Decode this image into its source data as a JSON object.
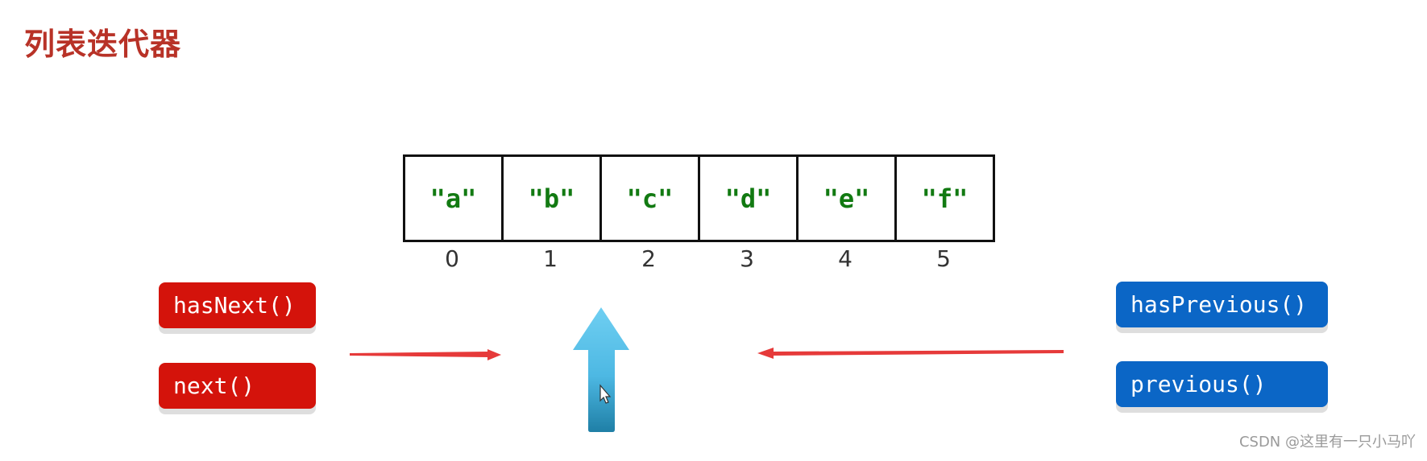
{
  "title": "列表迭代器",
  "array": {
    "cells": [
      "\"a\"",
      "\"b\"",
      "\"c\"",
      "\"d\"",
      "\"e\"",
      "\"f\""
    ],
    "indices": [
      "0",
      "1",
      "2",
      "3",
      "4",
      "5"
    ]
  },
  "buttons": {
    "has_next": "hasNext()",
    "next": "next()",
    "has_previous": "hasPrevious()",
    "previous": "previous()"
  },
  "colors": {
    "title": "#b83227",
    "cell_text": "#127a12",
    "red_button": "#d4130b",
    "blue_button": "#0b66c6",
    "arrow_red": "#e63a3a",
    "cursor_arrow": "#4db8e3"
  },
  "icons": {
    "cursor": "mouse-pointer-icon"
  },
  "watermark": "CSDN @这里有一只小马吖"
}
